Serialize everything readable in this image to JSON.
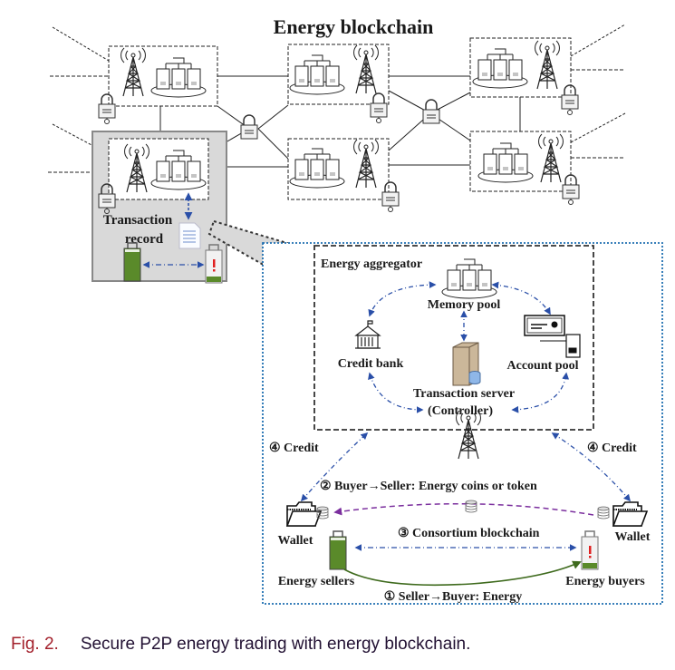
{
  "title": "Energy blockchain",
  "left_panel": {
    "label_line1": "Transaction",
    "label_line2": "record"
  },
  "aggregator": {
    "label": "Energy aggregator",
    "memory_pool": "Memory pool",
    "credit_bank": "Credit bank",
    "account_pool": "Account pool",
    "server_line1": "Transaction server",
    "server_line2": "(Controller)"
  },
  "flows": {
    "credit_left": "④ Credit",
    "credit_right": "④ Credit",
    "payment": "② Buyer→Seller: Energy coins or token",
    "consortium": "③ Consortium blockchain",
    "energy": "① Seller→Buyer: Energy"
  },
  "participants": {
    "wallet_left": "Wallet",
    "wallet_right": "Wallet",
    "sellers": "Energy sellers",
    "buyers": "Energy buyers"
  },
  "caption": {
    "number": "Fig. 2.",
    "text": "Secure P2P energy trading with energy blockchain."
  },
  "colors": {
    "blue_arrow": "#2a4fa8",
    "purple_arrow": "#7b2f9e",
    "green_arrow": "#3f6b1e",
    "battery_green": "#5a8a2a",
    "highlight_gray": "#d9d9d9",
    "outer_border_blue": "#1f6fb0",
    "caption_number": "#a3202b",
    "alert_red": "#e02020"
  }
}
